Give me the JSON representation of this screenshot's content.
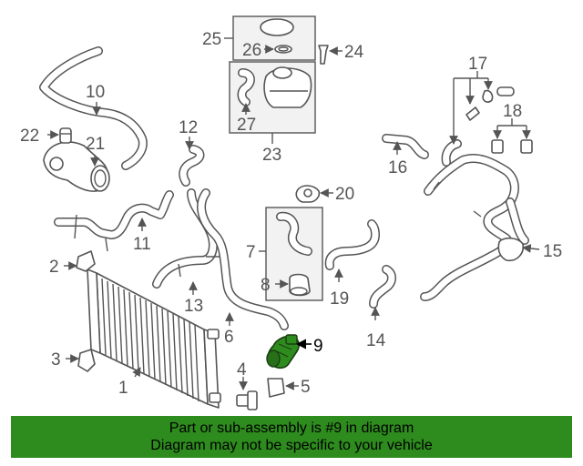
{
  "diagram": {
    "highlight_color": "#2e8b1e",
    "callouts": {
      "c1": "1",
      "c2": "2",
      "c3": "3",
      "c4": "4",
      "c5": "5",
      "c6": "6",
      "c7": "7",
      "c8": "8",
      "c9": "9",
      "c10": "10",
      "c11": "11",
      "c12": "12",
      "c13": "13",
      "c14": "14",
      "c15": "15",
      "c16": "16",
      "c17": "17",
      "c18": "18",
      "c19": "19",
      "c20": "20",
      "c21": "21",
      "c22": "22",
      "c23": "23",
      "c24": "24",
      "c25": "25",
      "c26": "26",
      "c27": "27"
    }
  },
  "banner": {
    "line1": "Part or sub-assembly is #9 in diagram",
    "line2": "Diagram may not be specific to your vehicle",
    "background": "#2e8b1e"
  }
}
